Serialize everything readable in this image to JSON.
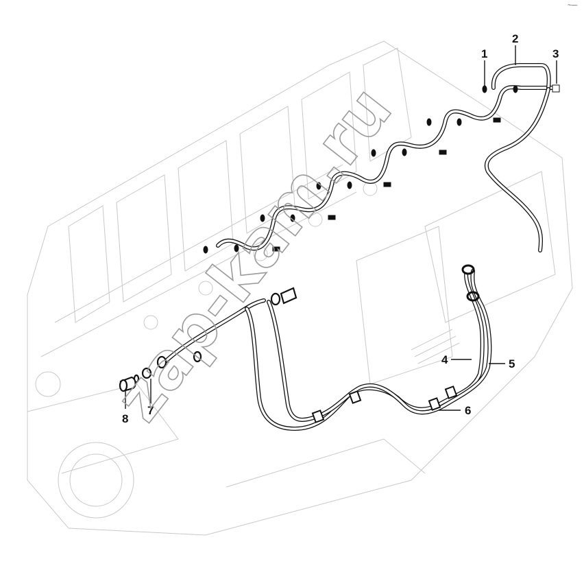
{
  "callouts": {
    "c1": "1",
    "c2": "2",
    "c3": "3",
    "c4": "4",
    "c5": "5",
    "c6": "6",
    "c7": "7",
    "c8": "8"
  },
  "watermark": "zap-kam.ru",
  "corner_mark": "~—",
  "colors": {
    "line": "#111111",
    "ghost": "#c8c8c8",
    "watermark": "#9a9a9a"
  }
}
